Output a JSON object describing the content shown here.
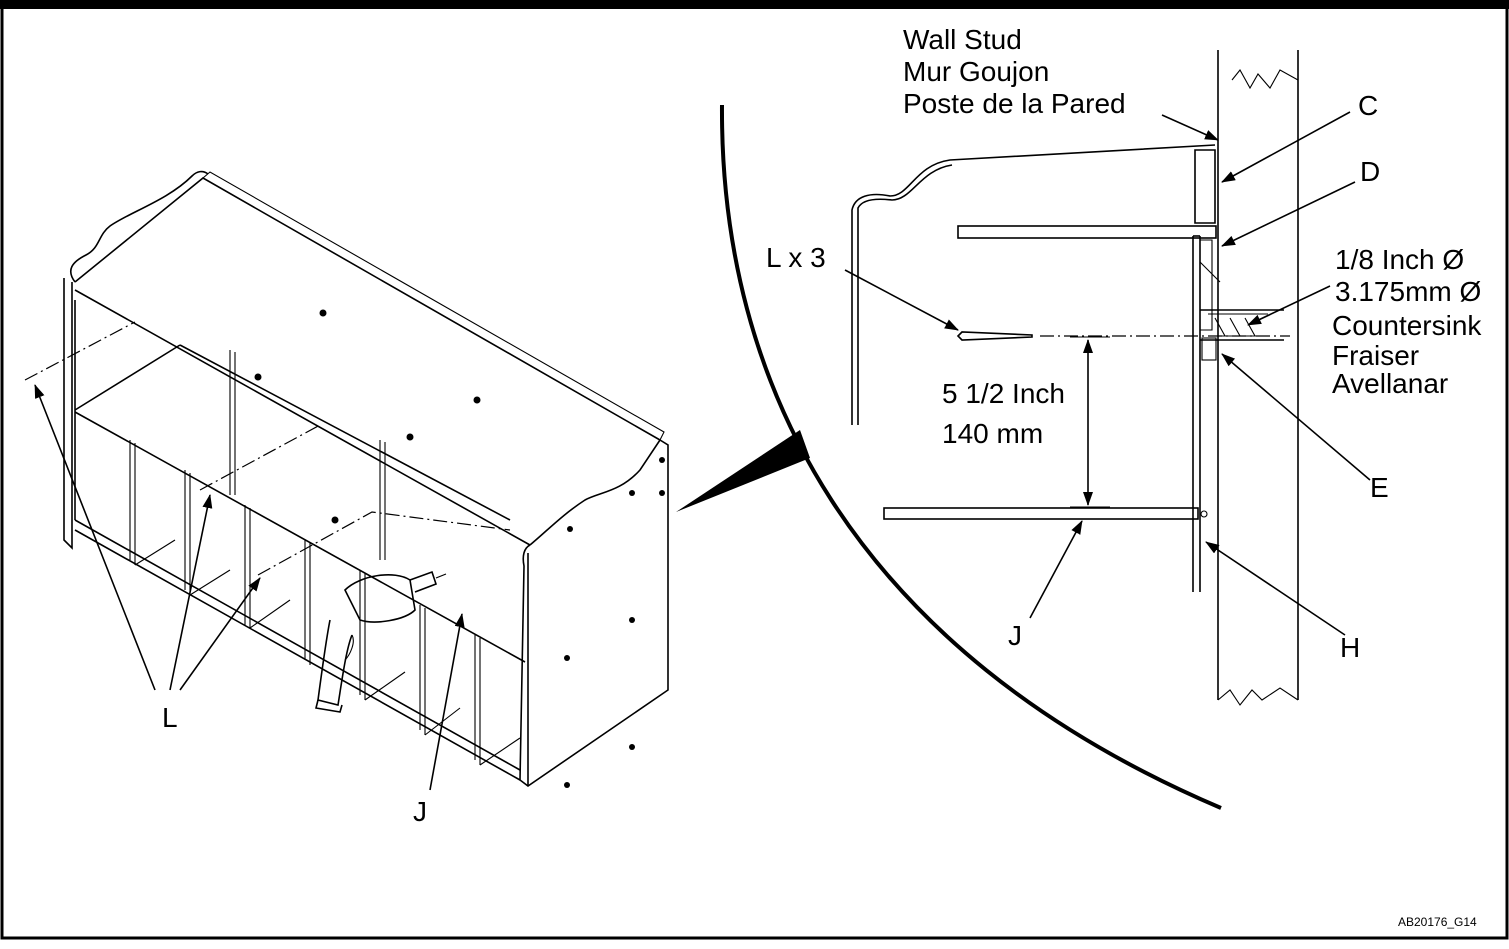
{
  "labels": {
    "wall_stud_en": "Wall Stud",
    "wall_stud_fr": "Mur Goujon",
    "wall_stud_es": "Poste de la Pared",
    "c": "C",
    "d": "D",
    "e": "E",
    "h": "H",
    "j_detail": "J",
    "j_main": "J",
    "l_main": "L",
    "l_x3": "L x 3",
    "drill_size_in": "1/8 Inch Ø",
    "drill_size_mm": "3.175mm Ø",
    "countersink_en": "Countersink",
    "countersink_fr": "Fraiser",
    "countersink_es": "Avellanar",
    "spacing_in": "5 1/2 Inch",
    "spacing_mm": "140 mm",
    "figure_code": "AB20176_G14"
  },
  "colors": {
    "ink": "#000000",
    "paper": "#ffffff"
  }
}
